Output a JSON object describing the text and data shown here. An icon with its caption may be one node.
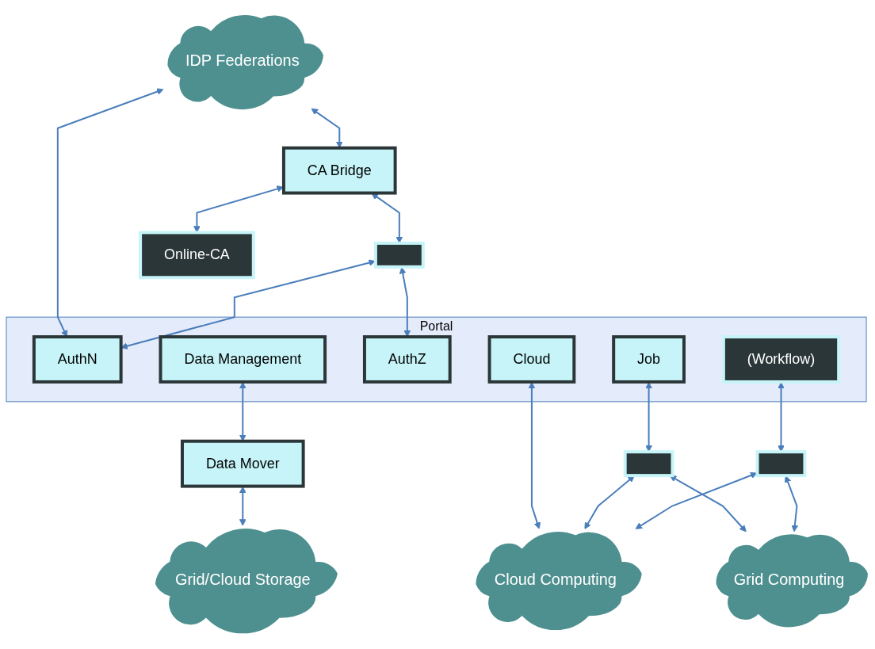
{
  "diagram": {
    "nodes": [
      {
        "text": [
          "IDP Federations"
        ]
      },
      {
        "text": [
          "Grid/Cloud Storage"
        ]
      },
      {
        "text": [
          "Portal"
        ]
      },
      {
        "text": [
          "AuthN"
        ],
        "in": 2
      },
      {
        "text": [
          "Data Management"
        ],
        "in": 2
      },
      {
        "text": [
          "AuthZ"
        ],
        "in": 2
      },
      {
        "text": [
          "Job"
        ],
        "in": 2
      },
      {
        "text": [
          "Cloud"
        ],
        "in": 2
      },
      {
        "text": [
          "(Workflow)"
        ],
        "in": 2
      },
      {
        "text": [
          "Data Mover"
        ]
      },
      {
        "text": [
          "CA Bridge"
        ]
      },
      {
        "text": [],
        "shape": "box"
      },
      {
        "text": [
          "Online-CA"
        ]
      },
      {
        "text": [],
        "shape": "box"
      },
      {
        "text": [],
        "shape": "box"
      },
      {
        "text": [
          "Cloud Computing"
        ]
      },
      {
        "text": [
          "Grid Computing"
        ]
      }
    ],
    "edges": [
      {
        "from": 0,
        "to": 3,
        "arrow": "both"
      },
      {
        "from": 0,
        "to": 10,
        "arrow": "both"
      },
      {
        "from": 10,
        "to": 11,
        "arrow": "both"
      },
      {
        "from": 10,
        "to": 12,
        "arrow": "both"
      },
      {
        "from": 11,
        "to": 3,
        "arrow": "both"
      },
      {
        "from": 11,
        "to": 5,
        "arrow": "both"
      },
      {
        "from": 4,
        "to": 9,
        "arrow": "both"
      },
      {
        "from": 9,
        "to": 1,
        "arrow": "both"
      },
      {
        "from": 6,
        "to": 13,
        "arrow": "both"
      },
      {
        "from": 8,
        "to": 14,
        "arrow": "both"
      },
      {
        "from": 13,
        "to": 16,
        "arrow": "both"
      },
      {
        "from": 14,
        "to": 16,
        "arrow": "both"
      },
      {
        "from": 7,
        "to": 15,
        "arrow": "both"
      },
      {
        "from": 13,
        "to": 15,
        "arrow": "both"
      },
      {
        "from": 14,
        "to": 15,
        "arrow": "both"
      }
    ]
  }
}
